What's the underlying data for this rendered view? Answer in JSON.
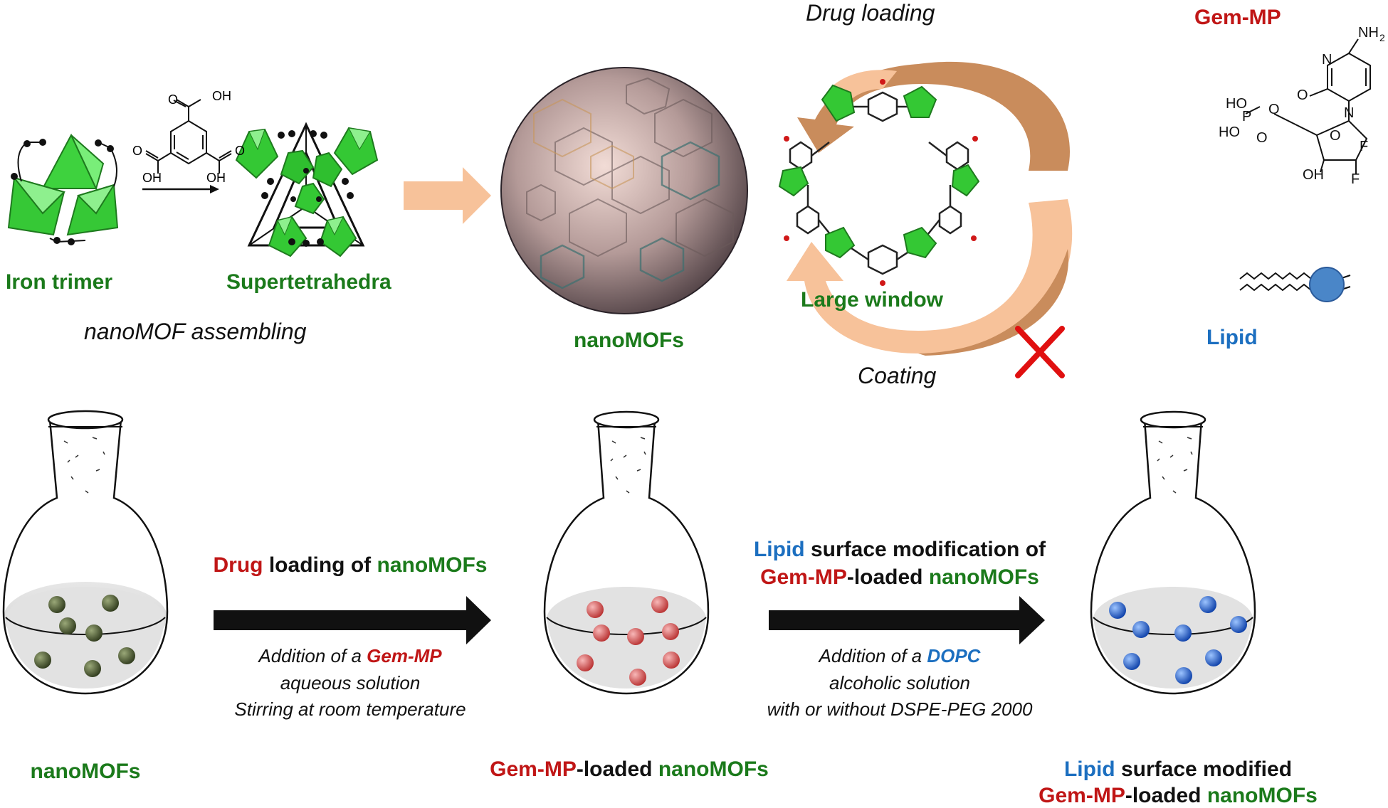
{
  "top": {
    "iron_trimer": "Iron trimer",
    "linker_oh_top": "OH",
    "linker_oh_left": "OH",
    "linker_oh_right": "OH",
    "linker_o1": "O",
    "linker_o2": "O",
    "linker_o3": "O",
    "supertetrahedra": "Supertetrahedra",
    "assembling": "nanoMOF assembling",
    "nanomofs": "nanoMOFs",
    "drug_loading": "Drug loading",
    "large_window": "Large window",
    "coating": "Coating",
    "gem_mp": "Gem-MP",
    "lipid": "Lipid",
    "gem_nh2": "NH",
    "gem_nh2_sub": "2",
    "gem_n1": "N",
    "gem_n2": "N",
    "gem_o1": "O",
    "gem_ho1": "HO",
    "gem_ho2": "HO",
    "gem_p": "P",
    "gem_o2": "O",
    "gem_o3": "O",
    "gem_o4": "O",
    "gem_oh": "OH",
    "gem_f1": "F",
    "gem_f2": "F"
  },
  "bottom": {
    "step1_title_a": "Drug",
    "step1_title_b": " loading of ",
    "step1_title_c": "nanoMOFs",
    "step1_line1_a": "Addition of a ",
    "step1_line1_b": "Gem-MP",
    "step1_line2": "aqueous solution",
    "step1_line3": "Stirring at room temperature",
    "step2_title1_a": "Lipid",
    "step2_title1_b": " surface modification of",
    "step2_title2_a": "Gem-MP",
    "step2_title2_b": "-loaded ",
    "step2_title2_c": "nanoMOFs",
    "step2_line1_a": "Addition of a ",
    "step2_line1_b": "DOPC",
    "step2_line2": "alcoholic solution",
    "step2_line3": "with or without DSPE-PEG 2000",
    "label1": "nanoMOFs",
    "label2_a": "Gem-MP",
    "label2_b": "-loaded ",
    "label2_c": "nanoMOFs",
    "label3_line1_a": "Lipid",
    "label3_line1_b": " surface modified",
    "label3_line2_a": "Gem-MP",
    "label3_line2_b": "-loaded ",
    "label3_line2_c": "nanoMOFs"
  },
  "colors": {
    "green_label": "#1b7a1b",
    "red_label": "#c01616",
    "blue_label": "#1c6fc0",
    "particle_green": "#4a5a30",
    "particle_red": "#d04848",
    "particle_blue": "#1a5fd0",
    "arrow_peach": "#f7c29a",
    "arrow_tan": "#c98c5c",
    "cross": "#e01010"
  }
}
